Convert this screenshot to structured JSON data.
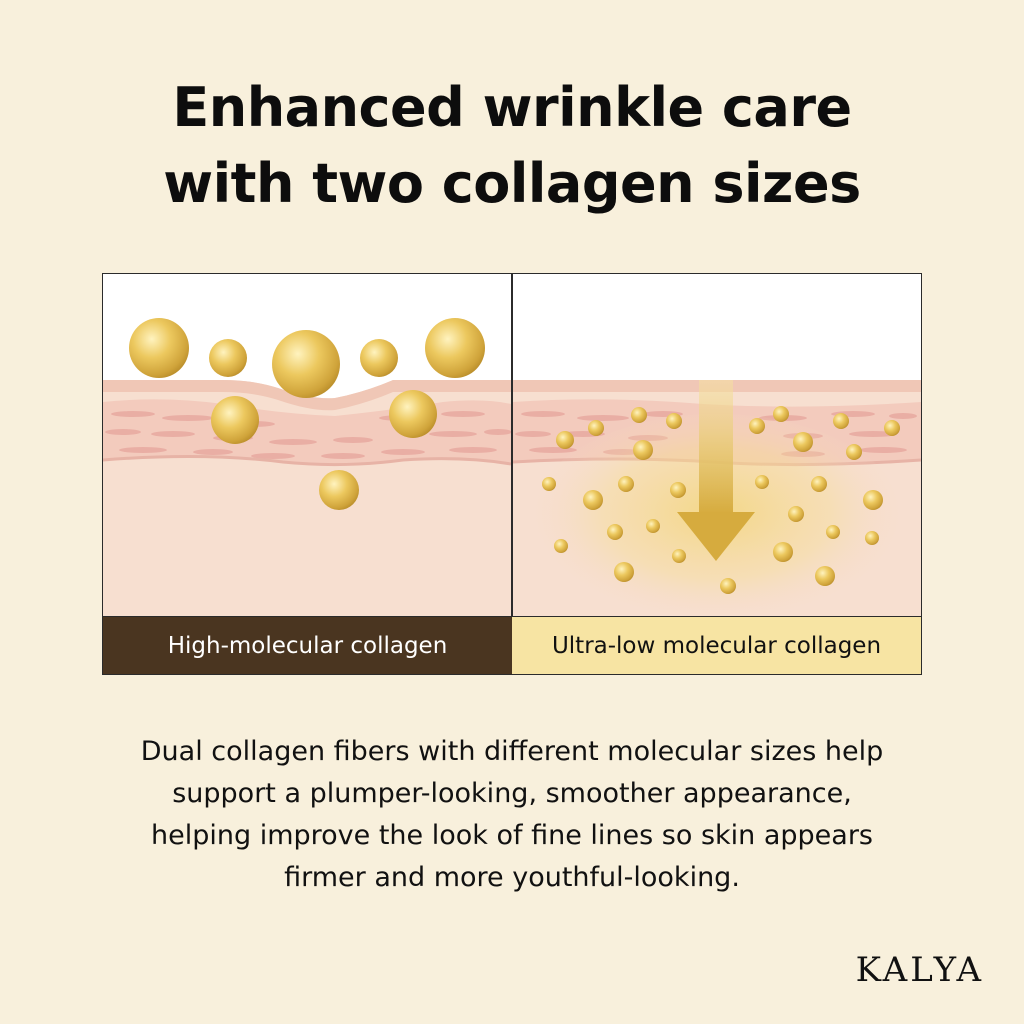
{
  "title": {
    "line1": "Enhanced wrinkle care",
    "line2": "with two collagen sizes"
  },
  "panels": {
    "left": {
      "caption": "High-molecular collagen",
      "caption_bg": "#4a3520"
    },
    "right": {
      "caption": "Ultra-low molecular collagen",
      "caption_bg": "#f7e4a3"
    }
  },
  "description": {
    "line1": "Dual collagen fibers with different molecular sizes help",
    "line2": "support a plumper-looking, smoother appearance,",
    "line3": "helping improve the look of fine lines so skin appears",
    "line4": "firmer and more youthful-looking."
  },
  "brand": "KALYA",
  "colors": {
    "background": "#f8f0dc",
    "skin": "#f6dccc",
    "gold": "#e6c25a",
    "arrow": "#d9b24a"
  },
  "icons": [
    "large-collagen-sphere-icon",
    "small-collagen-particle-icon",
    "down-arrow-icon"
  ]
}
